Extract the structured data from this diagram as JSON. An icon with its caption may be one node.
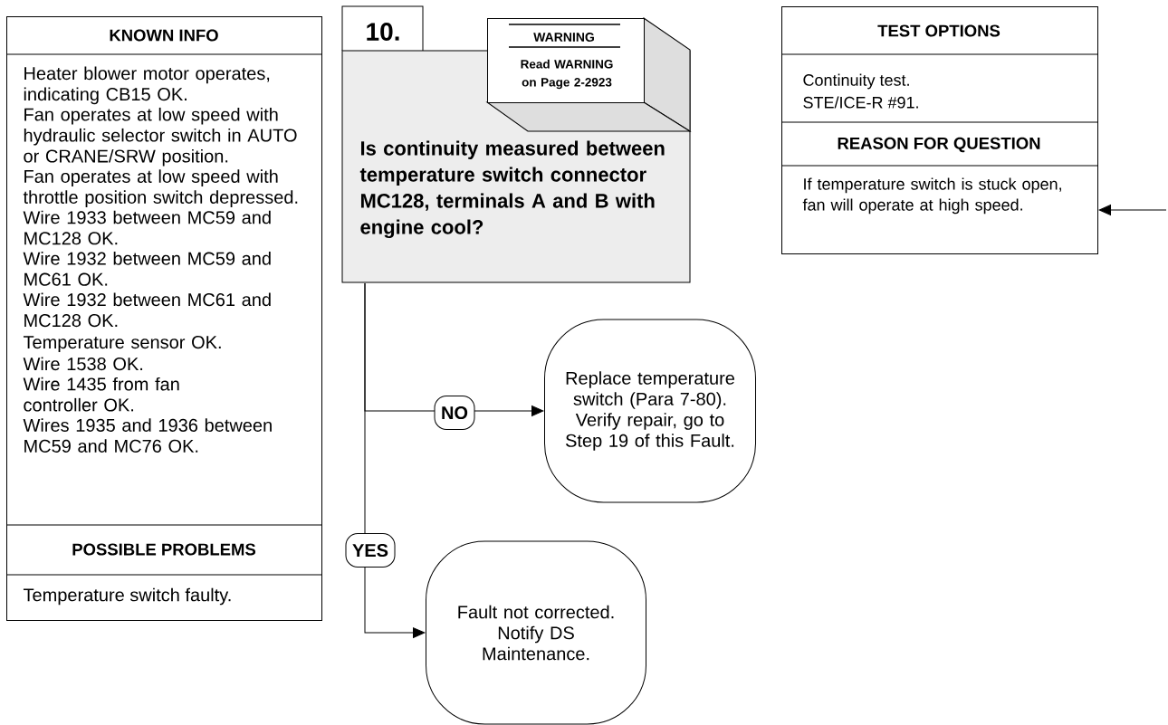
{
  "diagram": {
    "nodes": [
      {
        "text": [
          "KNOWN INFO",
          "Heater blower motor operates, indicating CB15 OK.",
          "Fan operates at low speed with hydraulic selector switch in AUTO or CRANE/SRW position.",
          "Fan operates at low speed with throttle position switch depressed.",
          "Wire 1933 between MC59 and MC128 OK.",
          "Wire 1932 between MC59 and MC61 OK.",
          "Wire 1932 between MC61 and MC128 OK.",
          "Temperature sensor OK.",
          "Wire 1538 OK.",
          "Wire 1435 from fan controller OK.",
          "Wires 1935 and 1936 between MC59 and MC76 OK.",
          "POSSIBLE PROBLEMS",
          "Temperature switch faulty."
        ]
      },
      {
        "text": [
          "10.",
          "Is continuity measured between temperature switch connector MC128, terminals A and B with engine cool?"
        ]
      },
      {
        "text": [
          "WARNING",
          "Read WARNING on Page 2-2923"
        ]
      },
      {
        "text": [
          "TEST OPTIONS",
          "Continuity test.",
          "STE/ICE-R #91.",
          "REASON FOR QUESTION",
          "If temperature switch is stuck open, fan will operate at high speed."
        ]
      },
      {
        "text": [
          "Replace temperature switch (Para 7-80). Verify repair, go to Step 19 of this Fault."
        ]
      },
      {
        "text": [
          "Fault not corrected. Notify DS Maintenance."
        ]
      }
    ],
    "edges": [
      {
        "from": 1,
        "to": 4,
        "arrow": "to",
        "label": "NO"
      },
      {
        "from": 1,
        "to": 5,
        "arrow": "to",
        "label": "YES"
      },
      {
        "from": null,
        "to": 3,
        "arrow": "to"
      }
    ]
  }
}
